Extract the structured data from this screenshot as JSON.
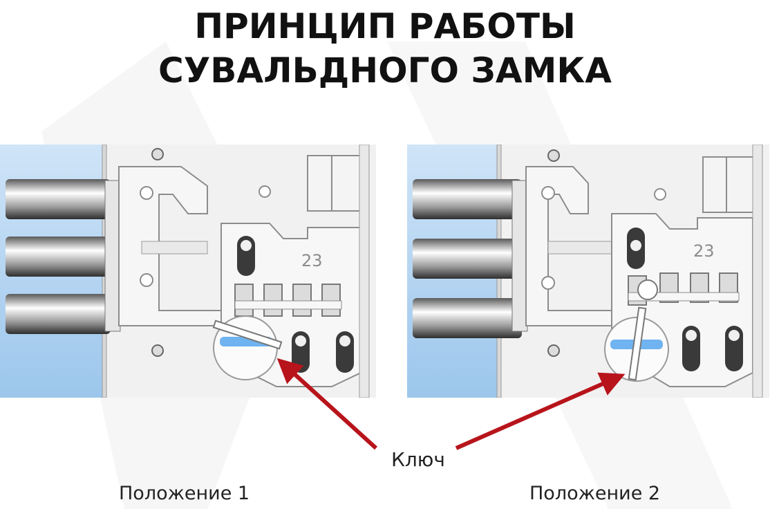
{
  "title": {
    "line1": "ПРИНЦИП РАБОТЫ",
    "line2": "СУВАЛЬДНОГО ЗАМКА"
  },
  "panels": [
    {
      "plate_number": "23",
      "label": "Положение 1",
      "key_state": "horizontal"
    },
    {
      "plate_number": "23",
      "label": "Положение 2",
      "key_state": "vertical"
    }
  ],
  "key_label": "Ключ",
  "colors": {
    "arrow": "#b8141b",
    "title": "#111111",
    "mechanism_stroke": "#8c8c8c",
    "mechanism_fill": "#f3f3f3",
    "door_blue": "#a9cdee",
    "key_highlight": "#6fb3f0"
  }
}
